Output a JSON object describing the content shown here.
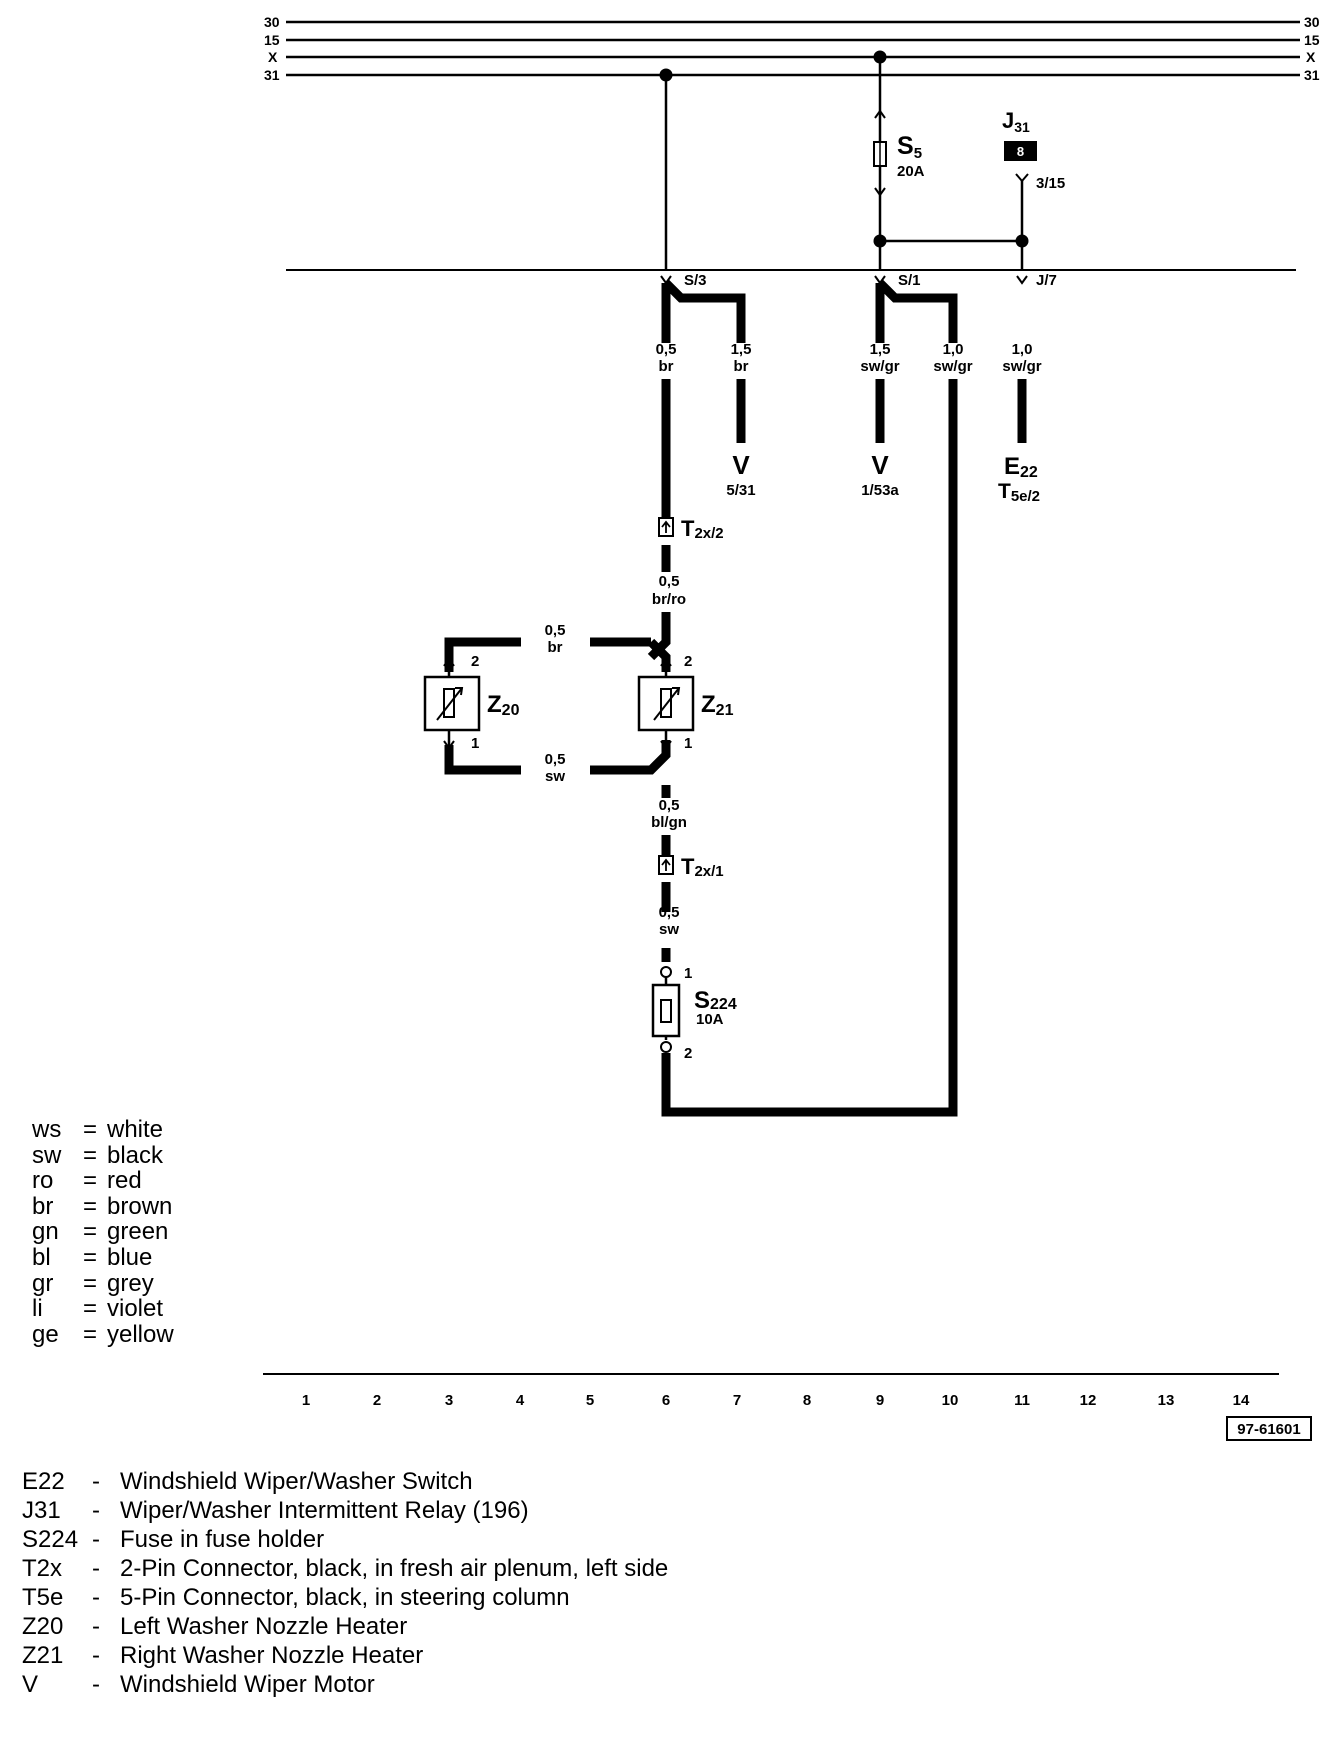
{
  "rails": {
    "left": [
      "30",
      "15",
      "X",
      "31"
    ],
    "right": [
      "30",
      "15",
      "X",
      "31"
    ]
  },
  "components": {
    "s5": {
      "name": "S",
      "sub": "5",
      "rating": "20A"
    },
    "j31": {
      "name": "J",
      "sub": "31",
      "box": "8",
      "pin": "3/15"
    },
    "z20": {
      "name": "Z",
      "sub": "20",
      "pin_top": "2",
      "pin_bottom": "1"
    },
    "z21": {
      "name": "Z",
      "sub": "21",
      "pin_top": "2",
      "pin_bottom": "1"
    },
    "s224": {
      "name": "S",
      "sub": "224",
      "rating": "10A",
      "pin_top": "1",
      "pin_bottom": "2"
    },
    "t2x2": {
      "name": "T",
      "sub": "2x/2"
    },
    "t2x1": {
      "name": "T",
      "sub": "2x/1"
    }
  },
  "terminals": {
    "s3": "S/3",
    "s1": "S/1",
    "j7": "J/7"
  },
  "wires": {
    "w_col6_a": {
      "size": "0,5",
      "color": "br"
    },
    "w_col7": {
      "size": "1,5",
      "color": "br"
    },
    "w_col9": {
      "size": "1,5",
      "color": "sw/gr"
    },
    "w_col10": {
      "size": "1,0",
      "color": "sw/gr"
    },
    "w_col11": {
      "size": "1,0",
      "color": "sw/gr"
    },
    "w_col6_b": {
      "size": "0,5",
      "color": "br/ro"
    },
    "w_z_top": {
      "size": "0,5",
      "color": "br"
    },
    "w_z_bottom": {
      "size": "0,5",
      "color": "sw"
    },
    "w_col6_c": {
      "size": "0,5",
      "color": "bl/gn"
    },
    "w_col6_d": {
      "size": "0,5",
      "color": "sw"
    }
  },
  "destinations": {
    "v_531": {
      "name": "V",
      "ref": "5/31"
    },
    "v_153a": {
      "name": "V",
      "ref": "1/53a"
    },
    "e22": {
      "name": "E",
      "sub": "22",
      "ref_name": "T",
      "ref_sub": "5e/2"
    }
  },
  "color_legend": [
    {
      "abbr": "ws",
      "color": "white"
    },
    {
      "abbr": "sw",
      "color": "black"
    },
    {
      "abbr": "ro",
      "color": "red"
    },
    {
      "abbr": "br",
      "color": "brown"
    },
    {
      "abbr": "gn",
      "color": "green"
    },
    {
      "abbr": "bl",
      "color": "blue"
    },
    {
      "abbr": "gr",
      "color": "grey"
    },
    {
      "abbr": "li",
      "color": "violet"
    },
    {
      "abbr": "ge",
      "color": "yellow"
    }
  ],
  "columns": [
    "1",
    "2",
    "3",
    "4",
    "5",
    "6",
    "7",
    "8",
    "9",
    "10",
    "11",
    "12",
    "13",
    "14"
  ],
  "diagram_id": "97-61601",
  "component_key": [
    {
      "code": "E22",
      "desc": "Windshield Wiper/Washer Switch"
    },
    {
      "code": "J31",
      "desc": "Wiper/Washer Intermittent Relay (196)"
    },
    {
      "code": "S224",
      "desc": "Fuse in fuse holder"
    },
    {
      "code": "T2x",
      "desc": "2-Pin Connector, black, in fresh air plenum, left side"
    },
    {
      "code": "T5e",
      "desc": "5-Pin Connector, black, in steering column"
    },
    {
      "code": "Z20",
      "desc": "Left Washer Nozzle Heater"
    },
    {
      "code": "Z21",
      "desc": "Right Washer Nozzle Heater"
    },
    {
      "code": "V",
      "desc": "Windshield Wiper Motor"
    }
  ]
}
